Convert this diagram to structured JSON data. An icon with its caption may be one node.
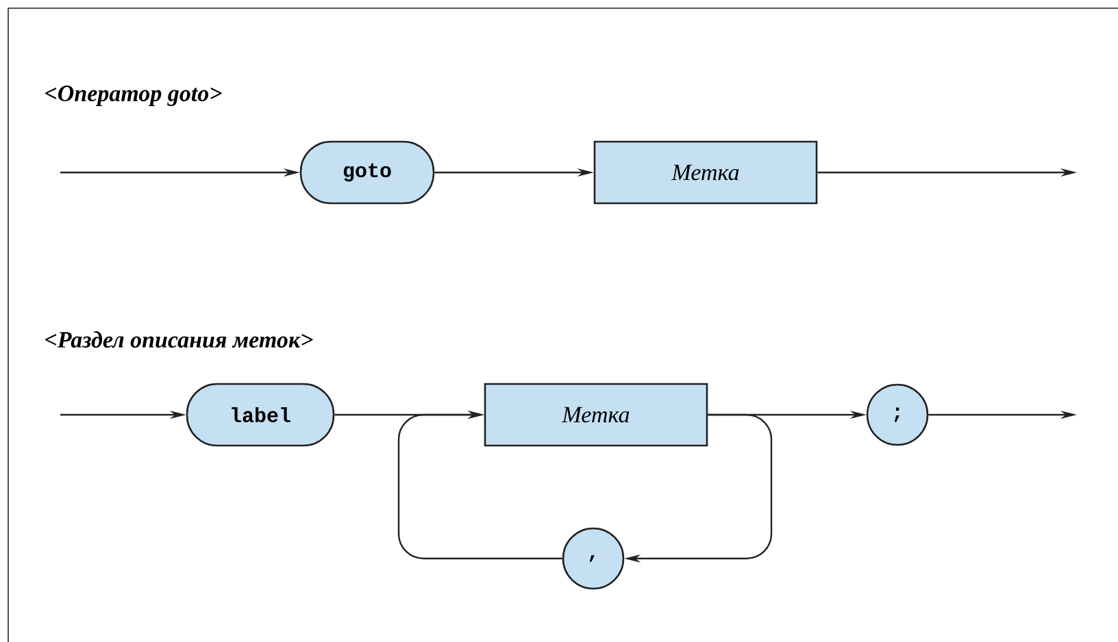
{
  "diagram": {
    "nodes": [
      {
        "text": [
          "goto"
        ]
      },
      {
        "text": [
          "Метка"
        ]
      },
      {
        "text": [
          "label"
        ]
      },
      {
        "text": [
          "Метка"
        ]
      },
      {
        "text": [
          ";"
        ]
      },
      {
        "text": [
          ","
        ]
      }
    ],
    "edges": [
      {
        "from": null,
        "to": 0,
        "arrow": "to"
      },
      {
        "from": 0,
        "to": 1,
        "arrow": "to"
      },
      {
        "from": 1,
        "to": null,
        "arrow": "to"
      },
      {
        "from": null,
        "to": 2,
        "arrow": "to"
      },
      {
        "from": 2,
        "to": 3,
        "arrow": "to"
      },
      {
        "from": 3,
        "to": 4,
        "arrow": "to"
      },
      {
        "from": 4,
        "to": null,
        "arrow": "to"
      },
      {
        "from": 3,
        "to": 5,
        "arrow": "to"
      },
      {
        "from": 5,
        "to": 3,
        "arrow": "to"
      }
    ],
    "labels": [
      "<Оператор **goto**>",
      "<Раздел описания меток>"
    ]
  }
}
